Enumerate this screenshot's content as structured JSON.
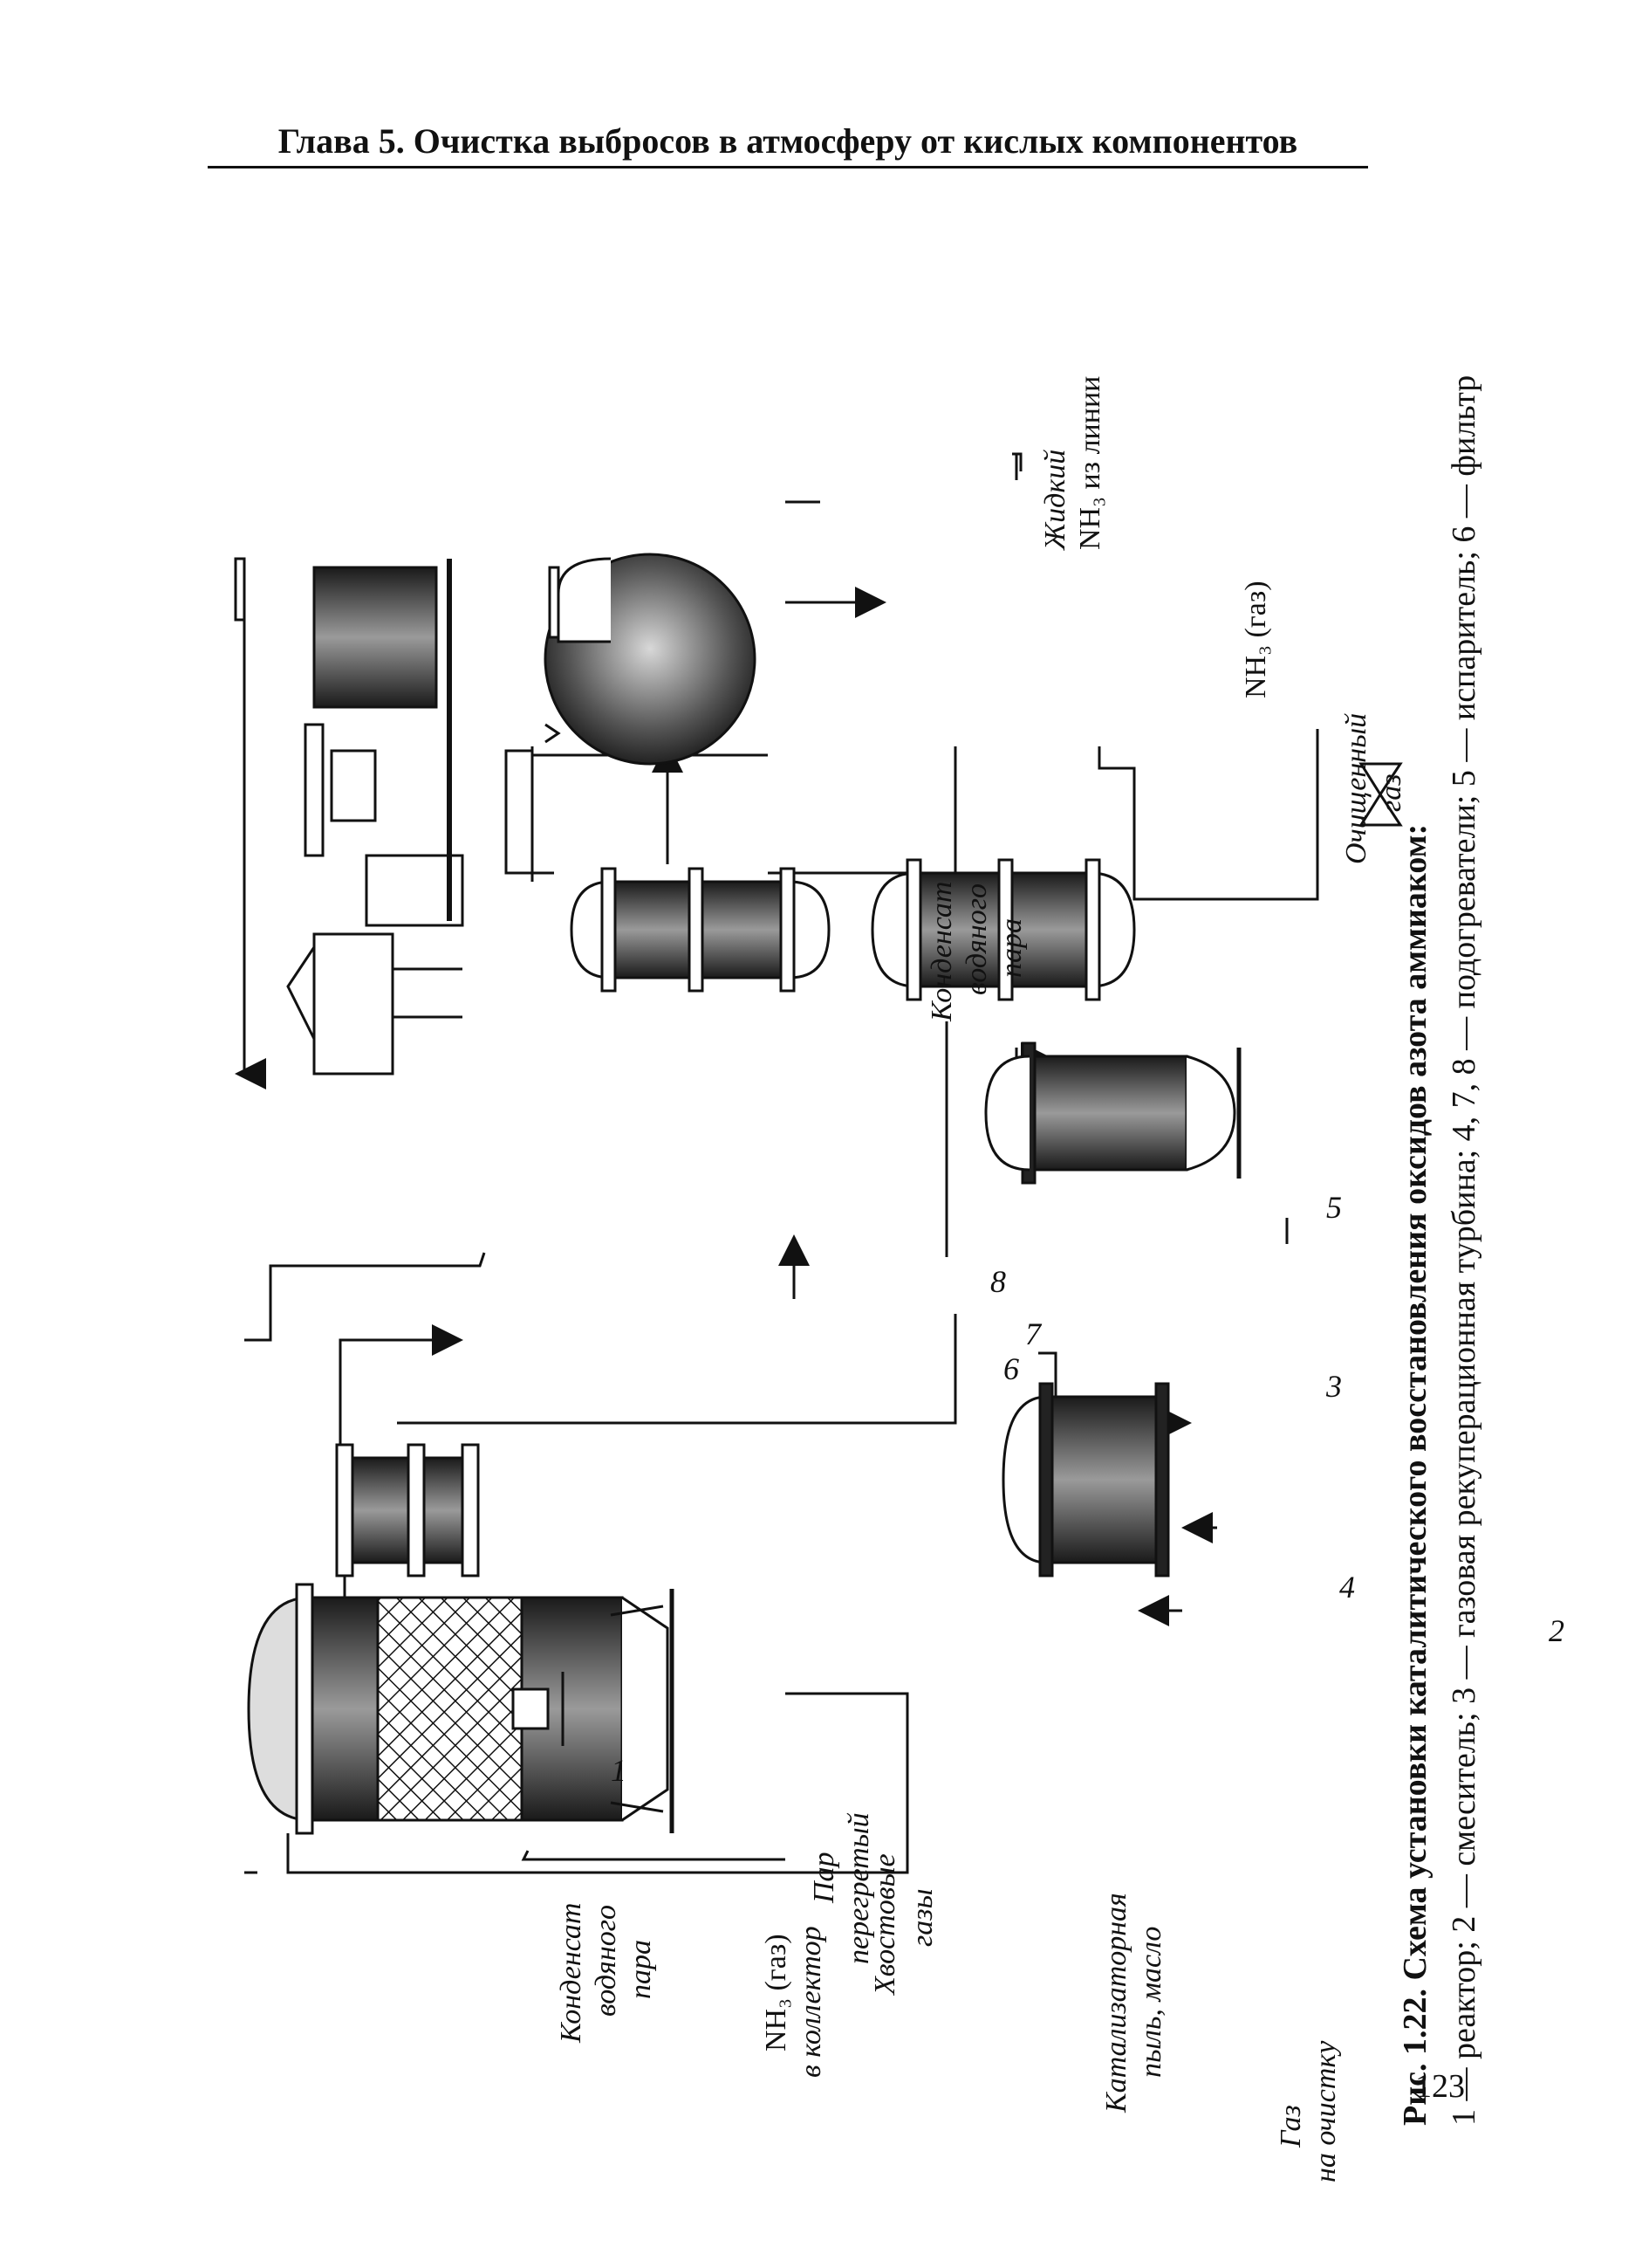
{
  "header": {
    "title": "Глава 5. Очистка выбросов в атмосферу от кислых компонентов"
  },
  "page_number": "123",
  "caption": {
    "title": "Рис. 1.22. Схема установки каталитического восстановления оксидов азота аммиаком:",
    "legend": "1 — реактор; 2 — смеситель; 3 — газовая рекуперационная турбина; 4, 7, 8 — подогреватели; 5 — испаритель; 6 — фильтр"
  },
  "numbers": {
    "n1": "1",
    "n2": "2",
    "n3": "3",
    "n4": "4",
    "n5": "5",
    "n6": "6",
    "n7": "7",
    "n8": "8"
  },
  "labels": {
    "clean_gas": [
      "Очищенный",
      "газ"
    ],
    "tail_gases": [
      "Хвостовые",
      "газы"
    ],
    "steam_superheated": [
      "Пар",
      "перегретый"
    ],
    "condensate_left": [
      "Конденсат",
      "водяного",
      "пара"
    ],
    "condensate_right": [
      "Конденсат",
      "водяного",
      "пара"
    ],
    "nh3_collector": [
      "NH₃ (газ)",
      "в коллектор"
    ],
    "catalyst_dust": [
      "Катализаторная",
      "пыль, масло"
    ],
    "liquid_nh3": [
      "Жидкий",
      "NH₃ из линии"
    ],
    "nh3_gas": "NH₃ (газ)",
    "gas_to_cleaning": [
      "Газ",
      "на очистку"
    ]
  }
}
